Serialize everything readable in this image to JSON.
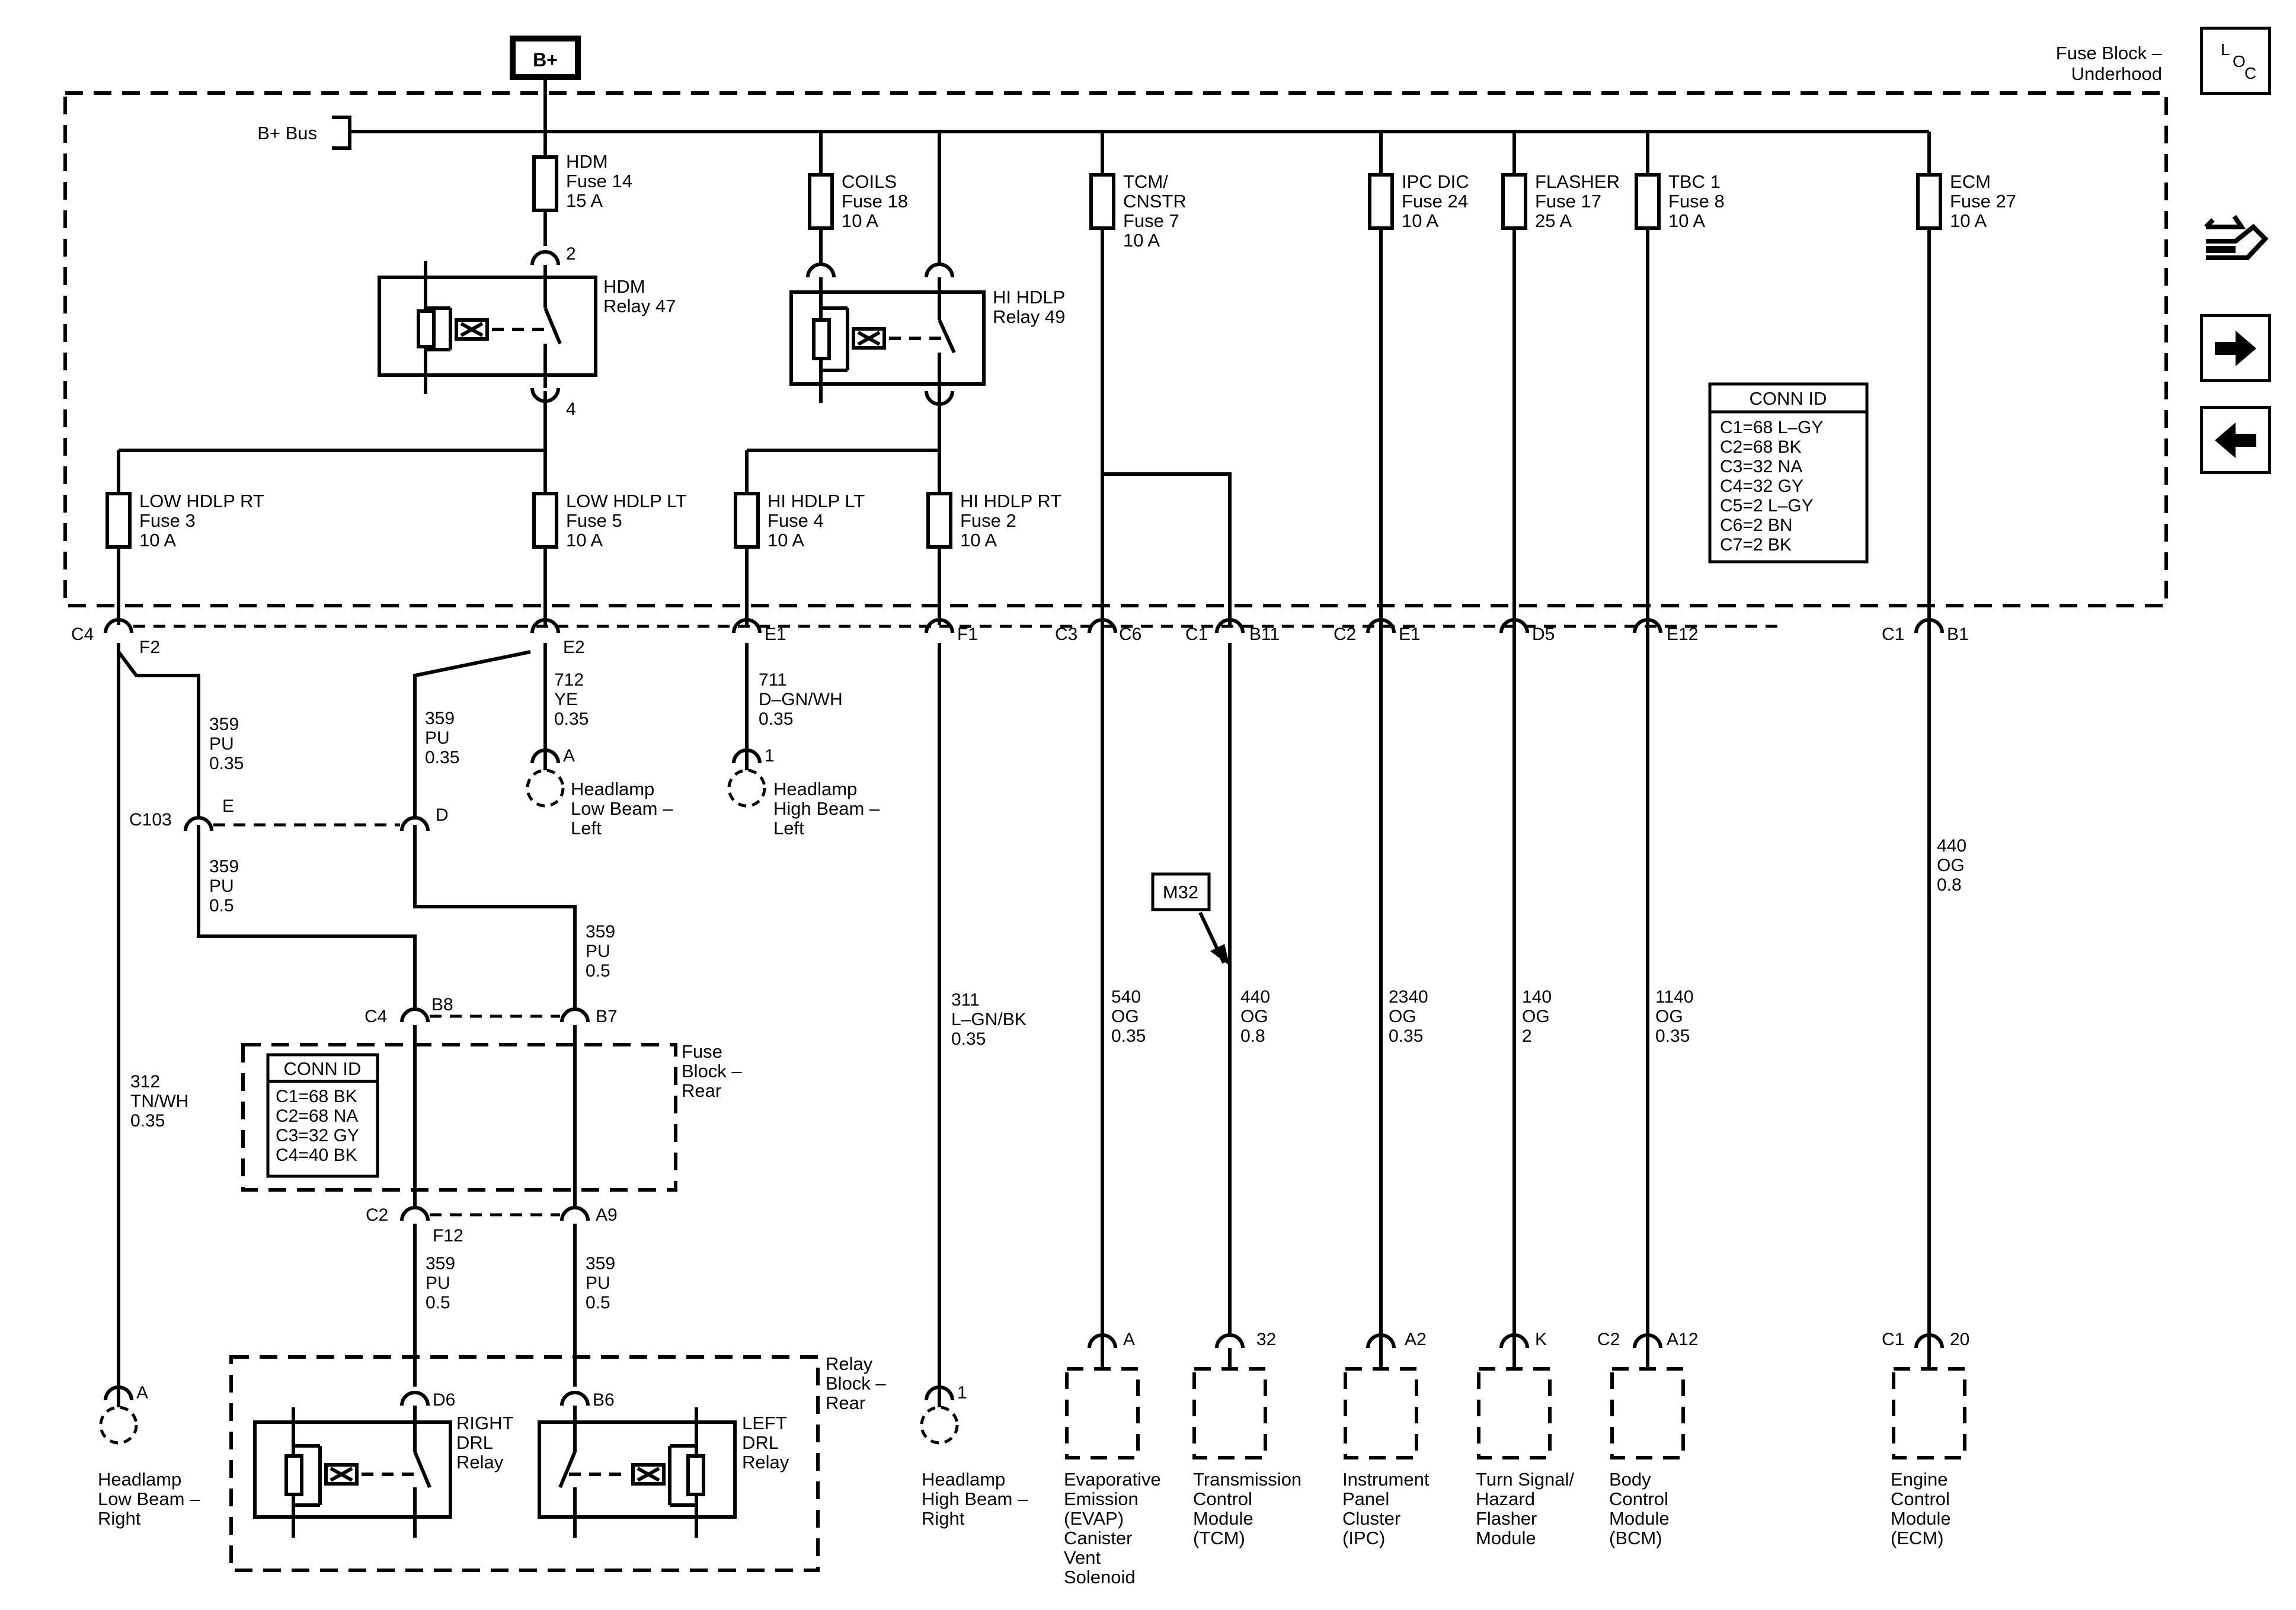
{
  "fuse_block_underhood": {
    "line1": "Fuse Block –",
    "line2": "Underhood"
  },
  "battery": "B+",
  "bus": "B+ Bus",
  "fuses": {
    "hdm": [
      "HDM",
      "Fuse 14",
      "15 A"
    ],
    "coils": [
      "COILS",
      "Fuse 18",
      "10 A"
    ],
    "tcm": [
      "TCM/",
      "CNSTR",
      "Fuse 7",
      "10 A"
    ],
    "ipc": [
      "IPC DIC",
      "Fuse 24",
      "10 A"
    ],
    "flasher": [
      "FLASHER",
      "Fuse 17",
      "25 A"
    ],
    "tbc": [
      "TBC 1",
      "Fuse 8",
      "10 A"
    ],
    "ecm": [
      "ECM",
      "Fuse 27",
      "10 A"
    ],
    "low_rt": [
      "LOW HDLP RT",
      "Fuse 3",
      "10 A"
    ],
    "low_lt": [
      "LOW HDLP LT",
      "Fuse 5",
      "10 A"
    ],
    "hi_lt": [
      "HI HDLP LT",
      "Fuse 4",
      "10 A"
    ],
    "hi_rt": [
      "HI HDLP RT",
      "Fuse 2",
      "10 A"
    ]
  },
  "relays": {
    "hdm": [
      "HDM",
      "Relay 47"
    ],
    "hi_hdlp": [
      "HI HDLP",
      "Relay 49"
    ],
    "right_drl": [
      "RIGHT",
      "DRL",
      "Relay"
    ],
    "left_drl": [
      "LEFT",
      "DRL",
      "Relay"
    ]
  },
  "conn_id_underhood": {
    "title": "CONN ID",
    "rows": [
      "C1=68 L–GY",
      "C2=68 BK",
      "C3=32 NA",
      "C4=32 GY",
      "C5=2 L–GY",
      "C6=2 BN",
      "C7=2 BK"
    ]
  },
  "conn_id_rear": {
    "title": "CONN ID",
    "rows": [
      "C1=68 BK",
      "C2=68 NA",
      "C3=32 GY",
      "C4=40 BK"
    ]
  },
  "fuse_block_rear": [
    "Fuse",
    "Block –",
    "Rear"
  ],
  "relay_block_rear": [
    "Relay",
    "Block –",
    "Rear"
  ],
  "pins": {
    "p2": "2",
    "p4": "4",
    "c4": "C4",
    "f2": "F2",
    "e2": "E2",
    "e1": "E1",
    "f1": "F1",
    "c3": "C3",
    "c6": "C6",
    "c1a": "C1",
    "b11": "B11",
    "c2": "C2",
    "e1b": "E1",
    "d5": "D5",
    "e12": "E12",
    "c1b": "C1",
    "b1": "B1",
    "c103": "C103",
    "e": "E",
    "d": "D",
    "c4b": "C4",
    "b8": "B8",
    "b7": "B7",
    "c2b": "C2",
    "f12": "F12",
    "a9": "A9",
    "d6": "D6",
    "b6": "B6",
    "la": "A",
    "l1": "1",
    "ha": "A",
    "h1": "1",
    "ea": "A",
    "t32": "32",
    "ia2": "A2",
    "tk": "K",
    "bc2": "C2",
    "ba12": "A12",
    "ec1": "C1",
    "e20": "20"
  },
  "wires": {
    "w359a": [
      "359",
      "PU",
      "0.35"
    ],
    "w359b": [
      "359",
      "PU",
      "0.35"
    ],
    "w712": [
      "712",
      "YE",
      "0.35"
    ],
    "w711": [
      "711",
      "D–GN/WH",
      "0.35"
    ],
    "w359c": [
      "359",
      "PU",
      "0.5"
    ],
    "w359d": [
      "359",
      "PU",
      "0.5"
    ],
    "w359e": [
      "359",
      "PU",
      "0.5"
    ],
    "w359f": [
      "359",
      "PU",
      "0.5"
    ],
    "w312": [
      "312",
      "TN/WH",
      "0.35"
    ],
    "w311": [
      "311",
      "L–GN/BK",
      "0.35"
    ],
    "w540": [
      "540",
      "OG",
      "0.35"
    ],
    "w440a": [
      "440",
      "OG",
      "0.8"
    ],
    "w2340": [
      "2340",
      "OG",
      "0.35"
    ],
    "w140": [
      "140",
      "OG",
      "2"
    ],
    "w1140": [
      "1140",
      "OG",
      "0.35"
    ],
    "w440b": [
      "440",
      "OG",
      "0.8"
    ]
  },
  "m32": "M32",
  "components": {
    "hl_low_left": [
      "Headlamp",
      "Low Beam –",
      "Left"
    ],
    "hl_high_left": [
      "Headlamp",
      "High Beam –",
      "Left"
    ],
    "hl_low_right": [
      "Headlamp",
      "Low Beam –",
      "Right"
    ],
    "hl_high_right": [
      "Headlamp",
      "High Beam –",
      "Right"
    ],
    "evap": [
      "Evaporative",
      "Emission",
      "(EVAP)",
      "Canister",
      "Vent",
      "Solenoid"
    ],
    "tcm": [
      "Transmission",
      "Control",
      "Module",
      "(TCM)"
    ],
    "ipc": [
      "Instrument",
      "Panel",
      "Cluster",
      "(IPC)"
    ],
    "flasher": [
      "Turn Signal/",
      "Hazard",
      "Flasher",
      "Module"
    ],
    "bcm": [
      "Body",
      "Control",
      "Module",
      "(BCM)"
    ],
    "ecm": [
      "Engine",
      "Control",
      "Module",
      "(ECM)"
    ]
  },
  "loc": {
    "l": "L",
    "o": "O",
    "c": "C"
  },
  "icons": [
    "loc-icon",
    "connector-icon",
    "arrow-right-icon",
    "arrow-left-icon"
  ]
}
